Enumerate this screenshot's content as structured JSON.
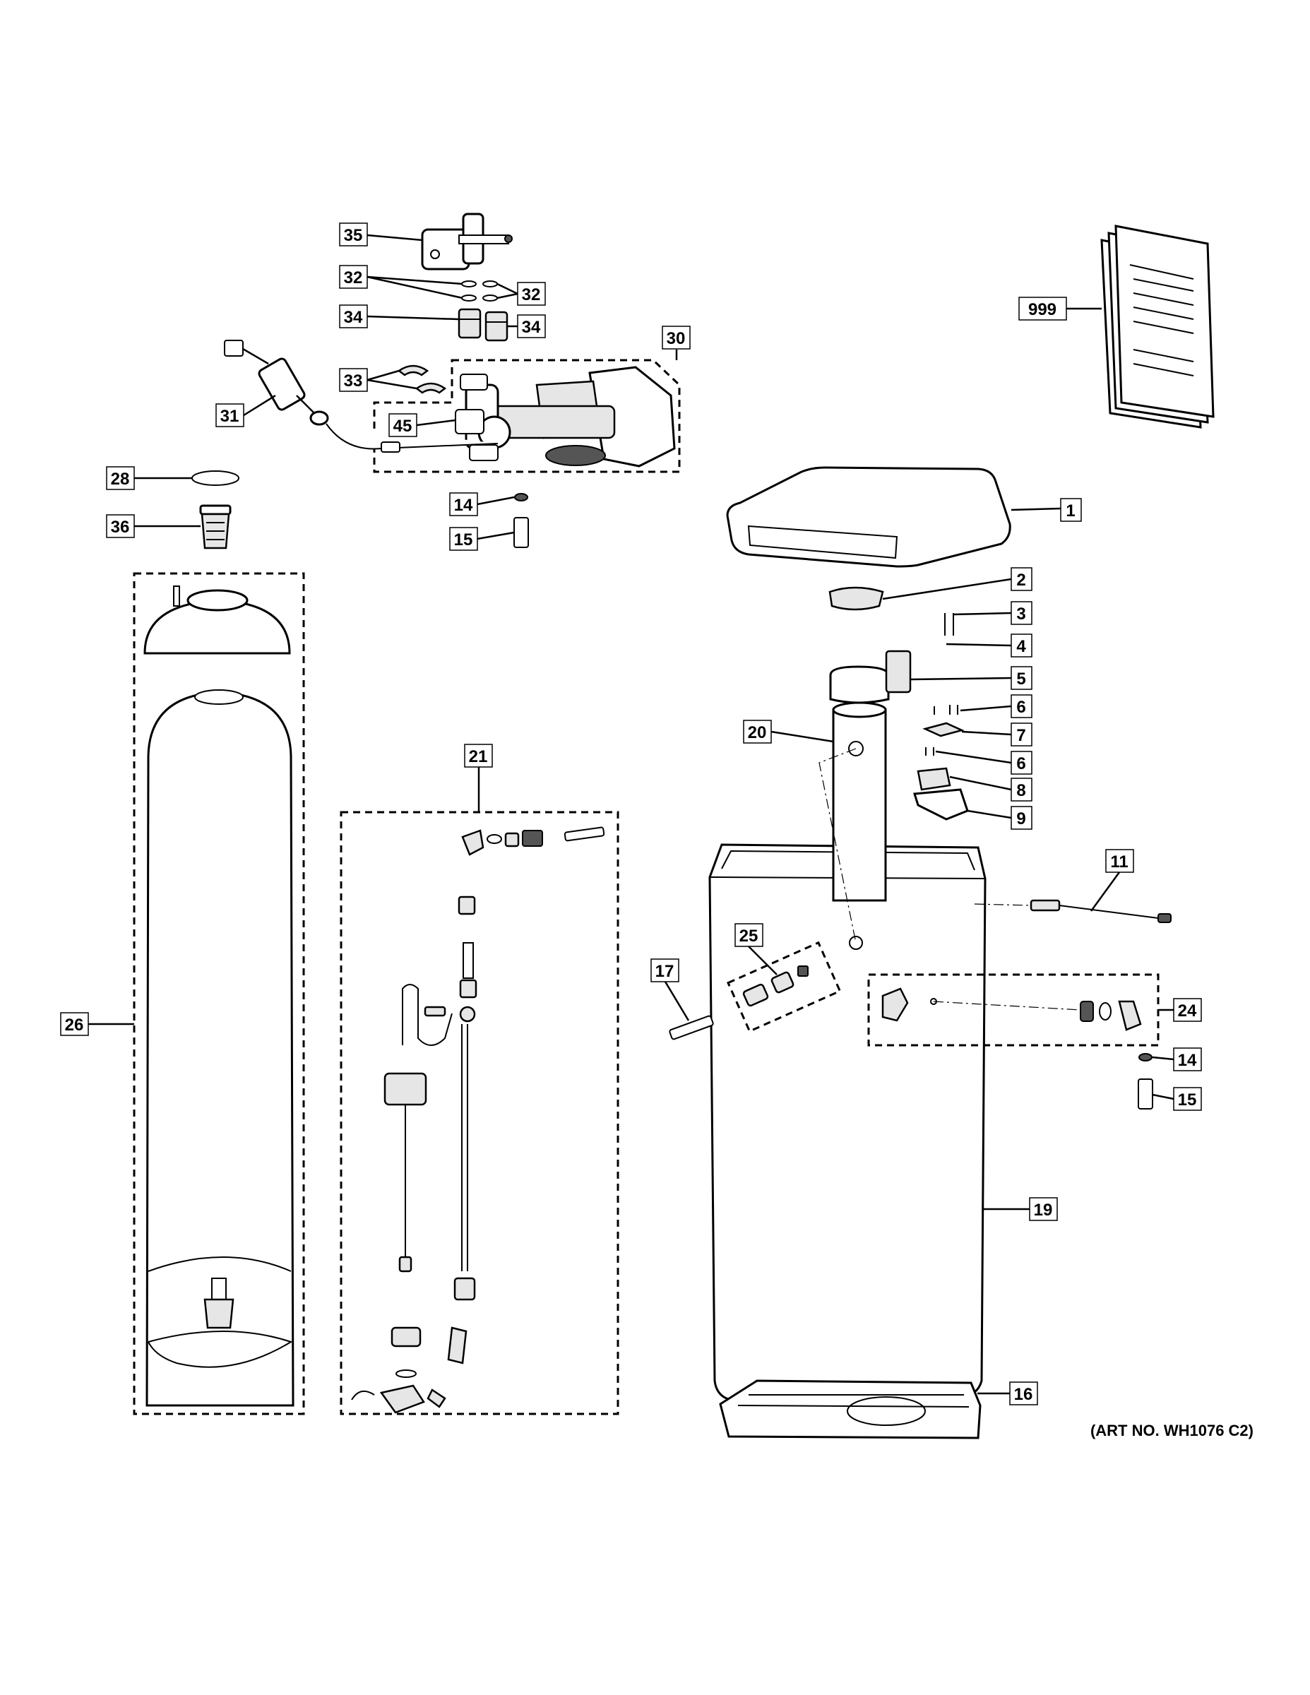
{
  "diagram": {
    "art_number": "(ART NO. WH1076 C2)",
    "callouts": {
      "c1": "1",
      "c2": "2",
      "c3": "3",
      "c4": "4",
      "c5": "5",
      "c6a": "6",
      "c6b": "6",
      "c7": "7",
      "c8": "8",
      "c9": "9",
      "c11": "11",
      "c14a": "14",
      "c14b": "14",
      "c15a": "15",
      "c15b": "15",
      "c16": "16",
      "c17": "17",
      "c19": "19",
      "c20": "20",
      "c21": "21",
      "c24": "24",
      "c25": "25",
      "c26": "26",
      "c28": "28",
      "c30": "30",
      "c31": "31",
      "c32a": "32",
      "c32b": "32",
      "c33": "33",
      "c34a": "34",
      "c34b": "34",
      "c35": "35",
      "c36": "36",
      "c45": "45",
      "c999": "999"
    }
  }
}
